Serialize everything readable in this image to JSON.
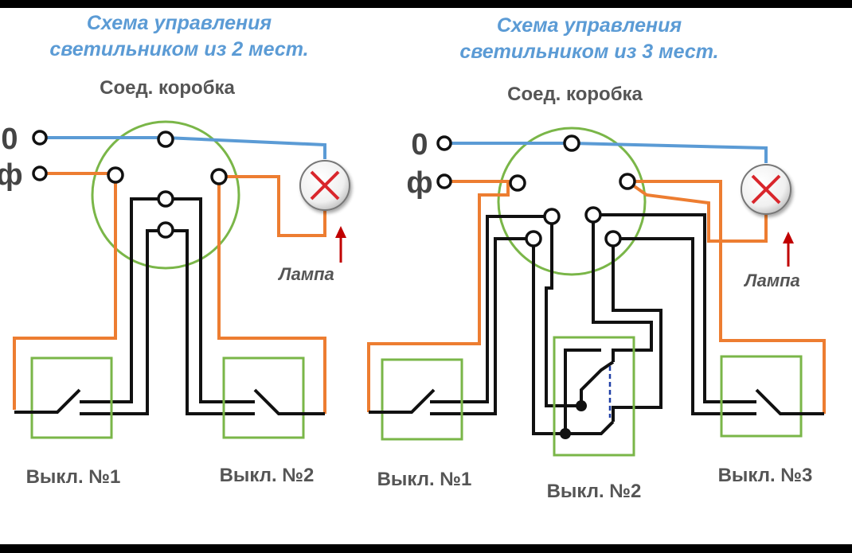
{
  "left_scheme": {
    "title_line1": "Схема управления",
    "title_line2": "светильником из 2 мест.",
    "junction_box": "Соед. коробка",
    "neutral": "0",
    "phase": "ф",
    "lamp": "Лампа",
    "switch1": "Выкл. №1",
    "switch2": "Выкл. №2"
  },
  "right_scheme": {
    "title_line1": "Схема управления",
    "title_line2": "светильником из 3 мест.",
    "junction_box": "Соед. коробка",
    "neutral": "0",
    "phase": "ф",
    "lamp": "Лампа",
    "switch1": "Выкл. №1",
    "switch2": "Выкл. №2",
    "switch3": "Выкл. №3"
  },
  "colors": {
    "neutral_wire": "#5b9bd5",
    "phase_wire": "#ed7d31",
    "switch_wire": "#111111",
    "junction_box": "#7ab648",
    "lamp_cross": "#d9262c",
    "arrow": "#c00000",
    "title": "#5b9bd5"
  }
}
